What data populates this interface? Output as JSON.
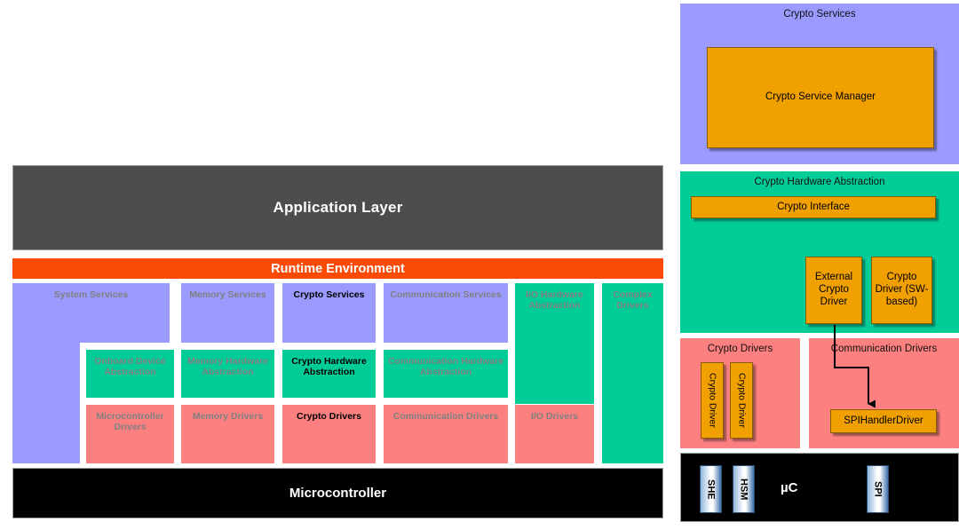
{
  "autosar": {
    "application_layer": "Application Layer",
    "runtime_environment": "Runtime Environment",
    "microcontroller": "Microcontroller",
    "cells": {
      "system_services": "System Services",
      "memory_services": "Memory Services",
      "crypto_services": "Crypto Services",
      "communication_services": "Communication Services",
      "io_hardware_abstraction": "I/O Hardware Abstraction",
      "complex_drivers": "Complex Drivers",
      "onboard_device_abstraction": "Onboard Device Abstraction",
      "memory_hardware_abstraction": "Memory Hardware Abstraction",
      "crypto_hardware_abstraction": "Crypto Hardware Abstraction",
      "communication_hardware_abstraction": "Communication Hardware Abstraction",
      "microcontroller_drivers": "Microcontroller Drivers",
      "memory_drivers": "Memory Drivers",
      "crypto_drivers": "Crypto Drivers",
      "communication_drivers": "Communication Drivers",
      "io_drivers": "I/O Drivers"
    }
  },
  "crypto_stack": {
    "crypto_services": {
      "title": "Crypto Services",
      "manager": "Crypto Service Manager"
    },
    "crypto_hardware_abstraction": {
      "title": "Crypto Hardware Abstraction",
      "interface": "Crypto Interface",
      "external_crypto_driver": "External Crypto Driver",
      "crypto_driver_sw": "Crypto Driver (SW-based)"
    },
    "crypto_drivers": {
      "title": "Crypto Drivers",
      "driver_1": "Crypto Driver",
      "driver_2": "Crypto Driver"
    },
    "communication_drivers": {
      "title": "Communication Drivers",
      "spi_handler_driver": "SPIHandlerDriver"
    },
    "microcontroller": {
      "label": "µC",
      "she": "SHE",
      "hsm": "HSM",
      "spi": "SPI"
    }
  },
  "colors": {
    "purple": "#9a9aff",
    "green": "#00cc98",
    "pink": "#fc8080",
    "orange": "#f0a000",
    "dark_gray": "#4d4d4d",
    "runtime_orange": "#fa4b06",
    "black": "#000000",
    "muted_text": "#808080"
  }
}
